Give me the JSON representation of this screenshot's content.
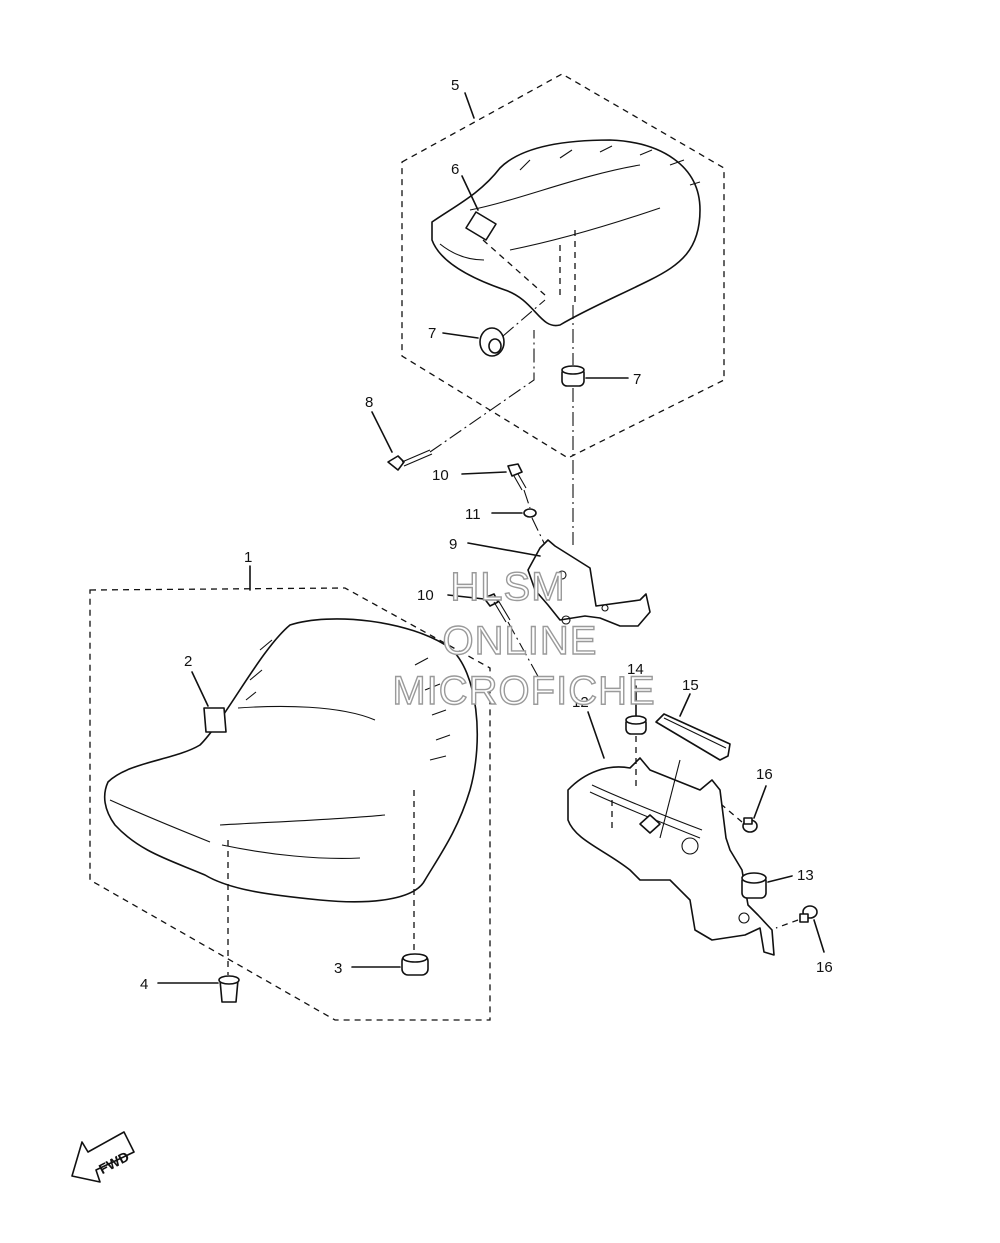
{
  "callouts": [
    "1",
    "2",
    "3",
    "4",
    "5",
    "6",
    "7",
    "7",
    "8",
    "9",
    "10",
    "10",
    "11",
    "12",
    "13",
    "14",
    "15",
    "16",
    "16"
  ],
  "watermark": {
    "line1": "HLSM",
    "line2": "ONLINE",
    "line3": "MICROFICHE"
  },
  "fwd_label": "FWD"
}
